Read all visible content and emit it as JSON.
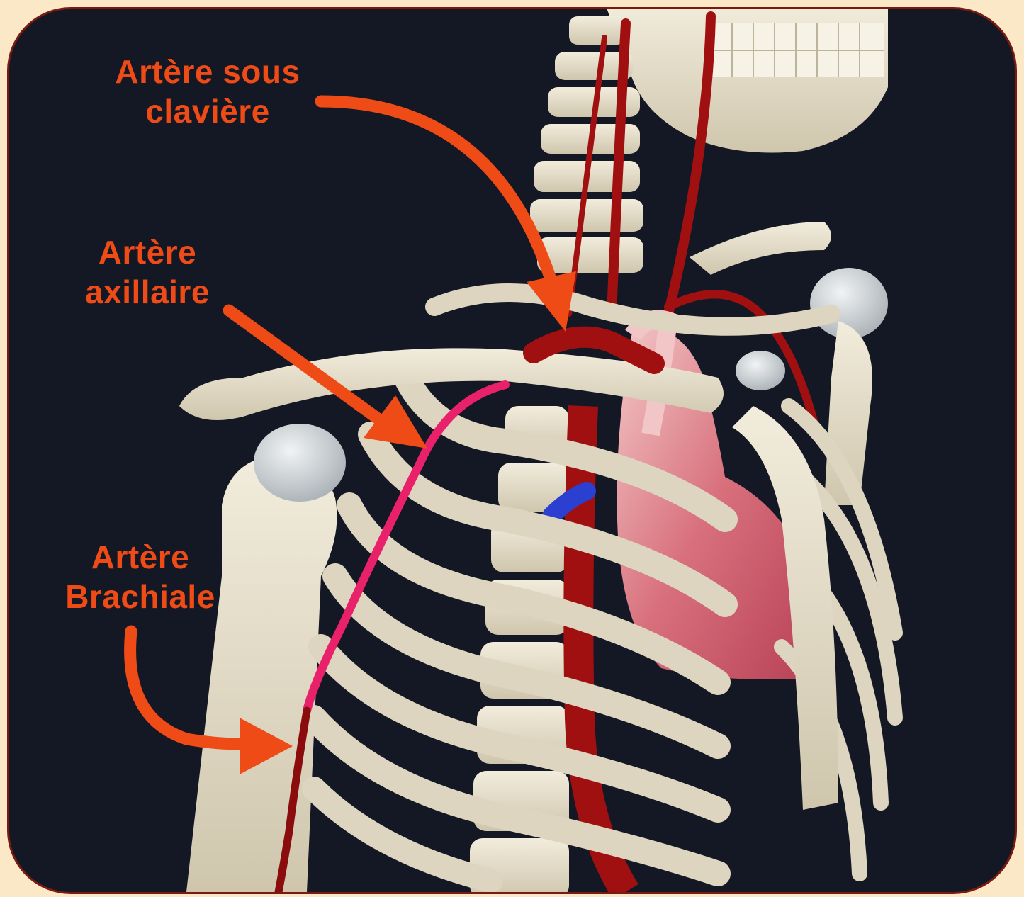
{
  "figure": {
    "colors": {
      "page_background": "#fbe8c6",
      "frame_border": "#7a1a10",
      "panel_background": "#141824",
      "bone": "#e6dfcc",
      "artery": "#a01010",
      "axillary_highlight": "#e8216a",
      "vein": "#2b3fd0",
      "heart": "#d9707e",
      "label_and_arrow": "#ee4b16"
    },
    "labels": {
      "subclavian": {
        "line1": "Artère sous",
        "line2": "clavière"
      },
      "axillary": {
        "line1": "Artère",
        "line2": "axillaire"
      },
      "brachial": {
        "line1": "Artère",
        "line2": "Brachiale"
      }
    }
  }
}
